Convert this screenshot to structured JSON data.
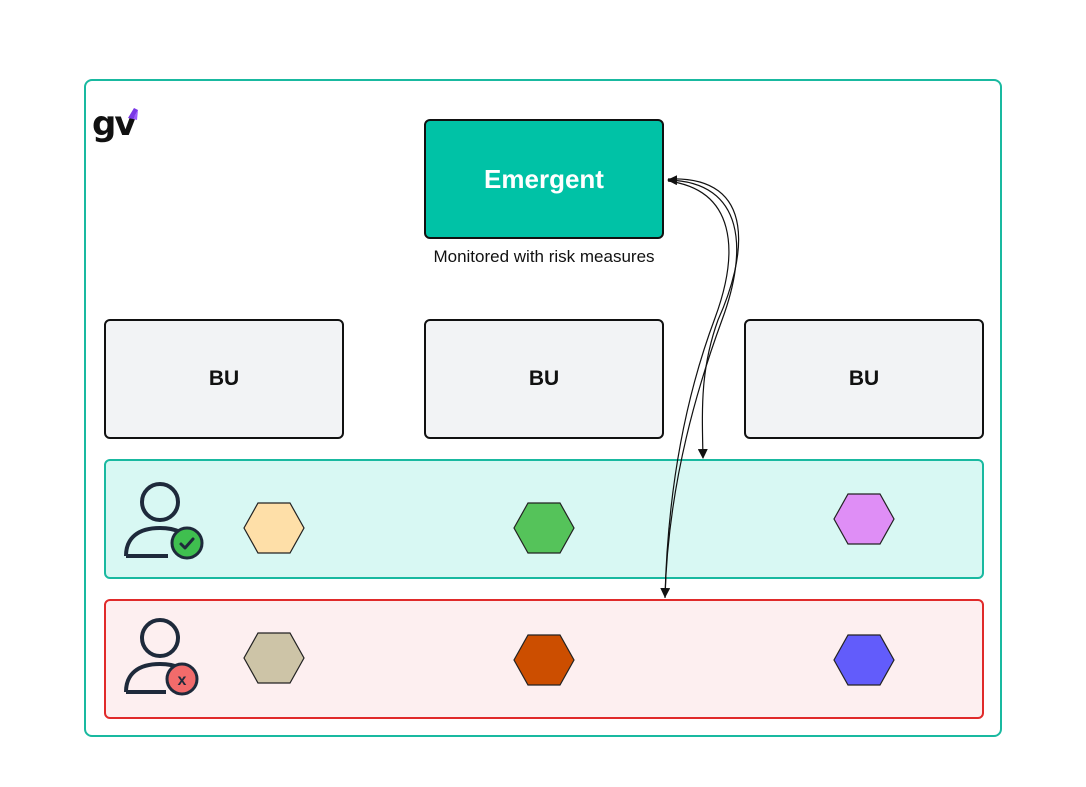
{
  "logo": {
    "text": "gv"
  },
  "emergent": {
    "label": "Emergent",
    "caption": "Monitored with risk measures",
    "color": "#00c2a6"
  },
  "business_units": [
    {
      "label": "BU"
    },
    {
      "label": "BU"
    },
    {
      "label": "BU"
    }
  ],
  "lanes": {
    "approved": {
      "icon": "user-check-icon",
      "fill": "#d8f8f3",
      "border": "#19b9a0",
      "badge_color": "#3fbf4f",
      "hexagons": [
        "#fedfa8",
        "#55c35a",
        "#df8ef6"
      ]
    },
    "rejected": {
      "icon": "user-x-icon",
      "fill": "#fdeff0",
      "border": "#e02a2a",
      "badge_color": "#f26b6b",
      "badge_text": "x",
      "hexagons": [
        "#cdc4a7",
        "#cc4e00",
        "#625cfb"
      ]
    }
  }
}
